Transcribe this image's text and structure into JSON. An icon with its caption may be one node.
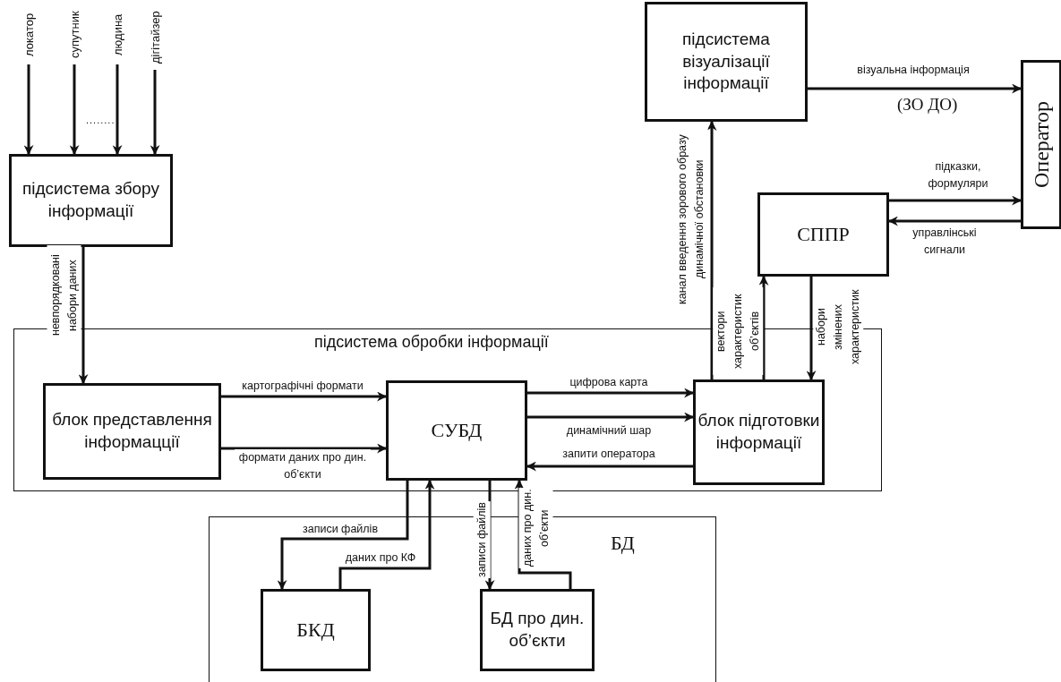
{
  "diagram": {
    "nodes": [
      {
        "text": [
          "локатор"
        ]
      },
      {
        "text": [
          "супутник"
        ]
      },
      {
        "text": [
          "людина"
        ]
      },
      {
        "text": [
          "дігітайзер"
        ]
      },
      {
        "text": [
          "підсистема збору інформації"
        ]
      },
      {
        "text": [
          "підсистема обробки інформації"
        ]
      },
      {
        "text": [
          "блок представлення інформацції"
        ],
        "in": 5
      },
      {
        "text": [
          "СУБД"
        ],
        "in": 5
      },
      {
        "text": [
          "блок підготовки інформації"
        ],
        "in": 5
      },
      {
        "text": [
          "підсистема візуалізації інформації"
        ]
      },
      {
        "text": [
          "Оператор"
        ]
      },
      {
        "text": [
          "СППР"
        ]
      },
      {
        "text": [
          "БД"
        ]
      },
      {
        "text": [
          "БКД"
        ],
        "in": 12
      },
      {
        "text": [
          "БД про дин. об’єкти"
        ],
        "in": 12
      }
    ],
    "edges": [
      {
        "from": 0,
        "to": 4,
        "arrow": "to"
      },
      {
        "from": 1,
        "to": 4,
        "arrow": "to"
      },
      {
        "from": 2,
        "to": 4,
        "arrow": "to"
      },
      {
        "from": 3,
        "to": 4,
        "arrow": "to"
      },
      {
        "from": 4,
        "to": 6,
        "arrow": "to",
        "label": "невпорядковані набори даних"
      },
      {
        "from": 6,
        "to": 7,
        "arrow": "to",
        "label": "картографічні формати"
      },
      {
        "from": 6,
        "to": 7,
        "arrow": "to",
        "label": "формати даних про дин. об’єкти"
      },
      {
        "from": 7,
        "to": 8,
        "arrow": "to",
        "label": "цифрова карта"
      },
      {
        "from": 7,
        "to": 8,
        "arrow": "to",
        "label": "динамічний шар"
      },
      {
        "from": 8,
        "to": 7,
        "arrow": "to",
        "label": "запити оператора"
      },
      {
        "from": 8,
        "to": 9,
        "arrow": "to",
        "label": "канал введення зорового образу динамічної обстановки"
      },
      {
        "from": 8,
        "to": 11,
        "arrow": "to",
        "label": "вектори характеристик об’єктів"
      },
      {
        "from": 11,
        "to": 8,
        "arrow": "to",
        "label": "набори змінених характеристик"
      },
      {
        "from": 9,
        "to": 10,
        "arrow": "to",
        "label": "візуальна інформація"
      },
      {
        "from": 11,
        "to": 10,
        "arrow": "to",
        "label": "підказки, формуляри"
      },
      {
        "from": 10,
        "to": 11,
        "arrow": "to",
        "label": "управлінські сигнали"
      },
      {
        "from": 7,
        "to": 13,
        "arrow": "to",
        "label": "записи файлів"
      },
      {
        "from": 13,
        "to": 7,
        "arrow": "to",
        "label": "даних про КФ"
      },
      {
        "from": 7,
        "to": 14,
        "arrow": "to",
        "label": "записи файлів"
      },
      {
        "from": 14,
        "to": 7,
        "arrow": "to",
        "label": "даних про дин. об’єкти"
      }
    ],
    "labels": [
      "........",
      "(ЗО ДО)"
    ]
  }
}
